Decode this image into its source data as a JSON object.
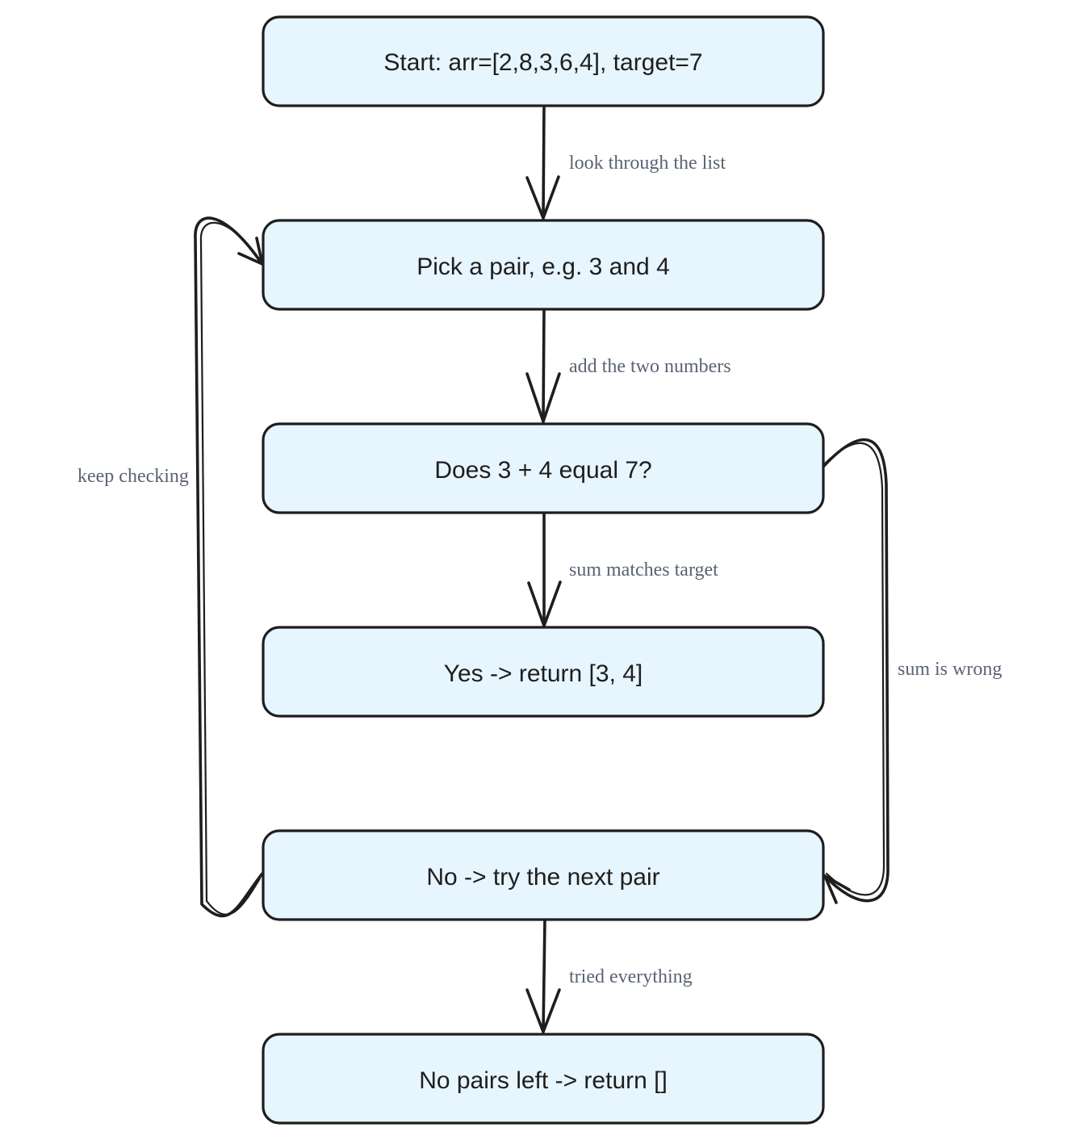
{
  "diagram": {
    "nodes": [
      {
        "id": "start",
        "label": "Start: arr=[2,8,3,6,4], target=7"
      },
      {
        "id": "pick",
        "label": "Pick a pair, e.g. 3 and 4"
      },
      {
        "id": "check",
        "label": "Does 3 + 4 equal 7?"
      },
      {
        "id": "yes",
        "label": "Yes -> return [3, 4]"
      },
      {
        "id": "no",
        "label": "No -> try the next pair"
      },
      {
        "id": "none",
        "label": "No pairs left -> return []"
      }
    ],
    "edges": [
      {
        "id": "start-pick",
        "from": "start",
        "to": "pick",
        "label": "look through the list"
      },
      {
        "id": "pick-check",
        "from": "pick",
        "to": "check",
        "label": "add the two numbers"
      },
      {
        "id": "check-yes",
        "from": "check",
        "to": "yes",
        "label": "sum matches target"
      },
      {
        "id": "check-no",
        "from": "check",
        "to": "no",
        "label": "sum is wrong"
      },
      {
        "id": "no-pick",
        "from": "no",
        "to": "pick",
        "label": "keep checking"
      },
      {
        "id": "no-none",
        "from": "no",
        "to": "none",
        "label": "tried everything"
      }
    ],
    "colors": {
      "node_fill": "#e7f5ff",
      "stroke": "#1e1e1e",
      "edge_label": "#5a6375"
    }
  }
}
